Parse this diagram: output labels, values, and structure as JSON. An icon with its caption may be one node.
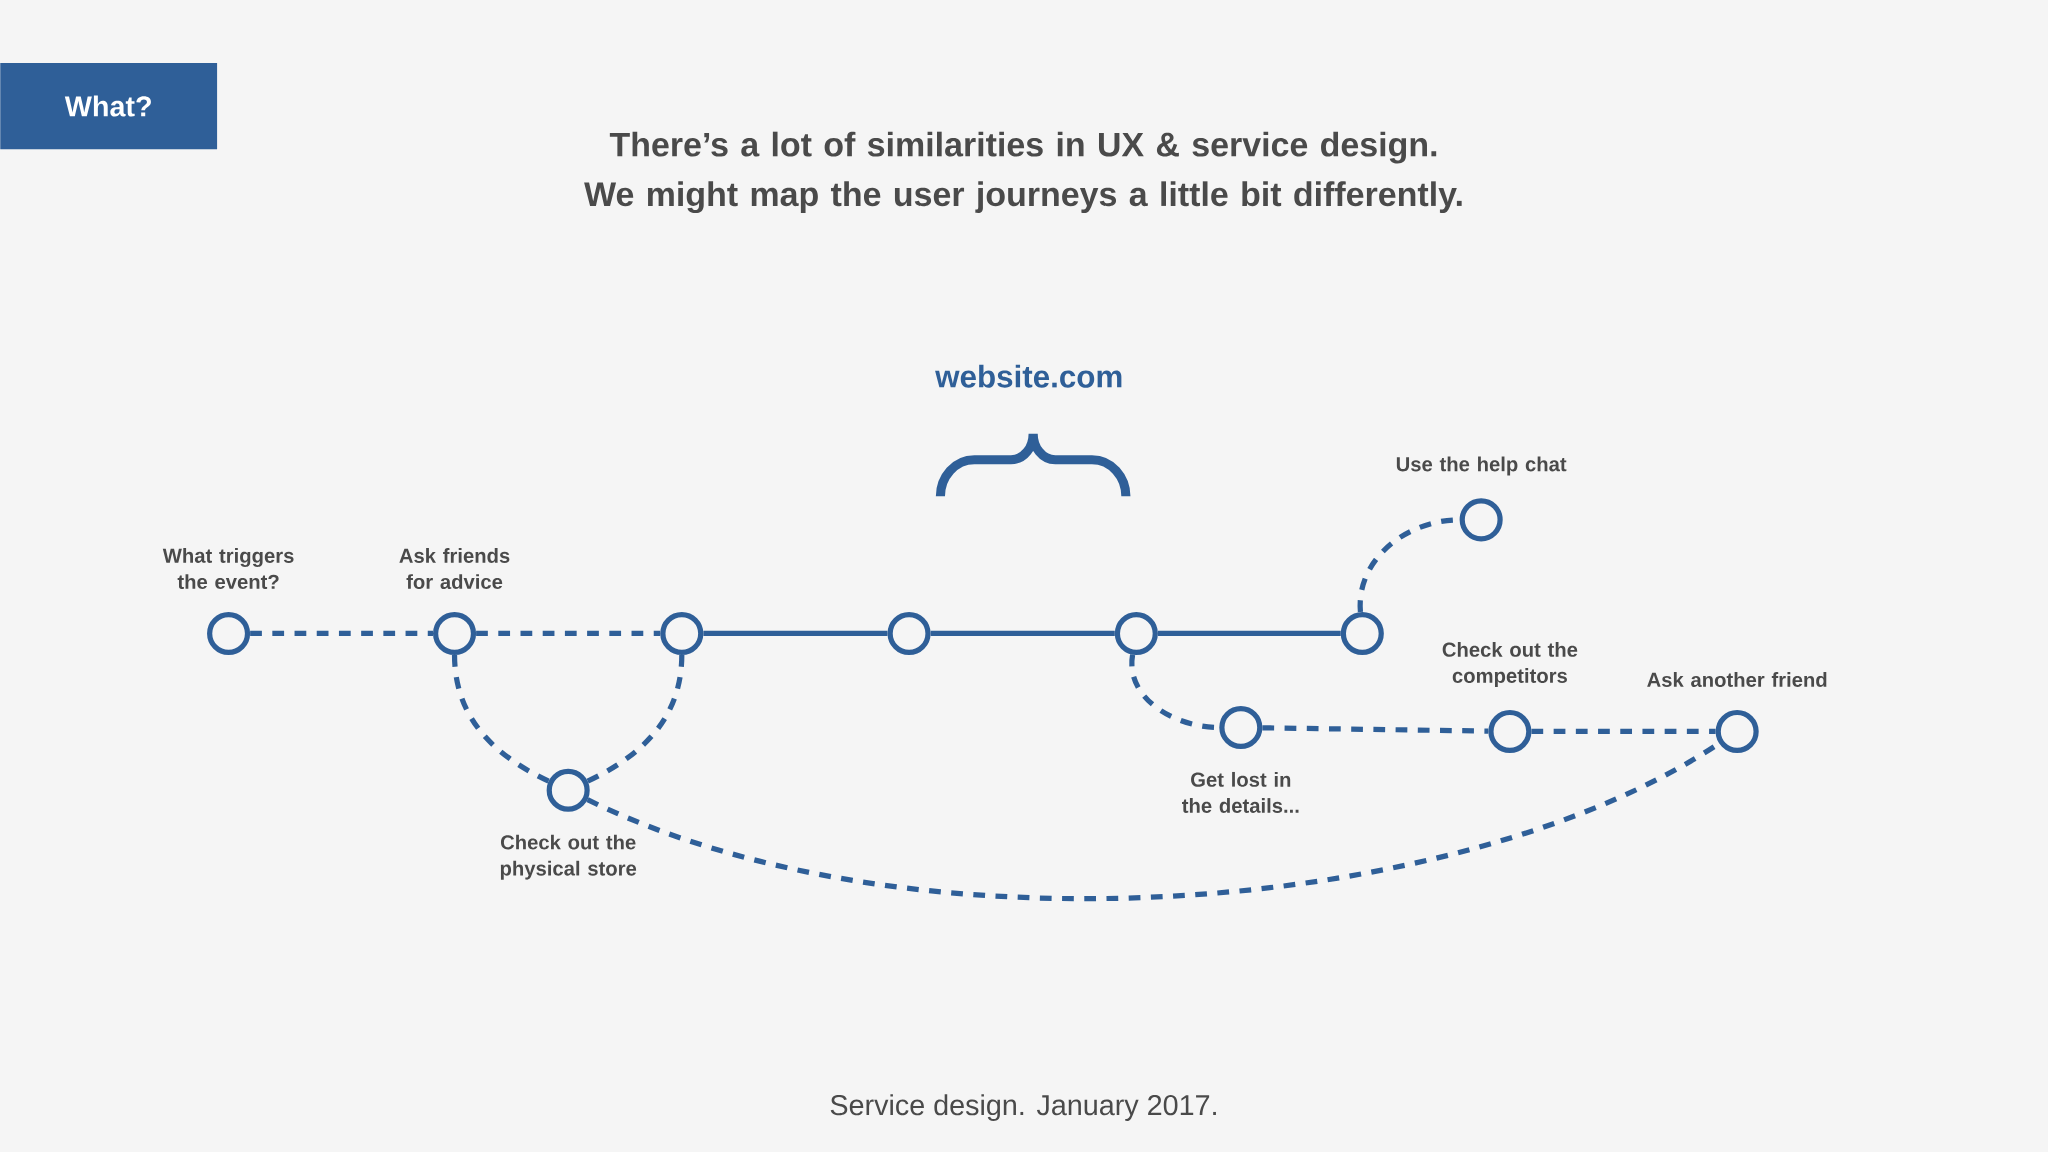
{
  "diagram": {
    "title": "There’s a lot of similarities in UX & service design. We might map the user journeys a little bit differently.",
    "caption": "Service design. January 2017.",
    "nodes": [
      {
        "text": [
          "What?"
        ]
      },
      {
        "text": [],
        "shape": "circle",
        "beside": [
          "What triggers the event?"
        ]
      },
      {
        "text": [],
        "shape": "circle",
        "beside": [
          "Ask friends for advice"
        ]
      },
      {
        "text": [],
        "shape": "circle"
      },
      {
        "text": [],
        "shape": "circle"
      },
      {
        "text": [],
        "shape": "circle"
      },
      {
        "text": [],
        "shape": "circle"
      },
      {
        "text": [],
        "shape": "circle",
        "beside": [
          "Use the help chat"
        ]
      },
      {
        "text": [],
        "shape": "circle",
        "beside": [
          "Check out the physical store"
        ]
      },
      {
        "text": [],
        "shape": "circle",
        "beside": [
          "Get lost in the details..."
        ]
      },
      {
        "text": [],
        "shape": "circle",
        "beside": [
          "Check out the competitors"
        ]
      },
      {
        "text": [],
        "shape": "circle",
        "beside": [
          "Ask another friend"
        ]
      }
    ],
    "edges": [
      {
        "from": 1,
        "to": 2,
        "arrow": "none",
        "style": "dashed"
      },
      {
        "from": 2,
        "to": 3,
        "arrow": "none",
        "style": "dashed"
      },
      {
        "from": 3,
        "to": 4,
        "arrow": "none"
      },
      {
        "from": 4,
        "to": 5,
        "arrow": "none"
      },
      {
        "from": 5,
        "to": 6,
        "arrow": "none"
      },
      {
        "from": 6,
        "to": 7,
        "arrow": "none",
        "style": "dashed"
      },
      {
        "from": 2,
        "to": 8,
        "arrow": "none",
        "style": "dashed"
      },
      {
        "from": 8,
        "to": 3,
        "arrow": "none",
        "style": "dashed"
      },
      {
        "from": 5,
        "to": 9,
        "arrow": "none",
        "style": "dashed"
      },
      {
        "from": 9,
        "to": 10,
        "arrow": "none",
        "style": "dashed"
      },
      {
        "from": 10,
        "to": 11,
        "arrow": "none",
        "style": "dashed"
      },
      {
        "from": 8,
        "to": 11,
        "arrow": "none",
        "style": "dashed"
      }
    ],
    "labels": [
      "website.com"
    ]
  }
}
